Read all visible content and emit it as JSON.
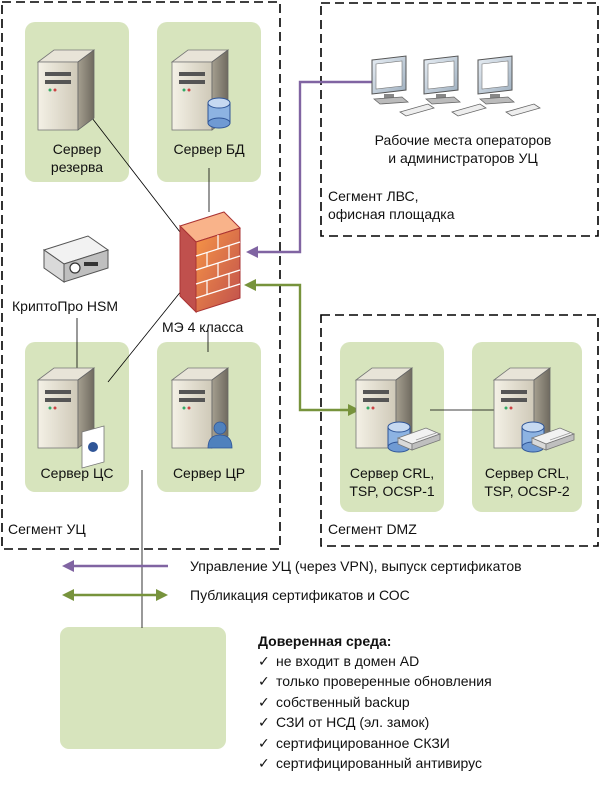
{
  "servers": {
    "reserve": "Сервер\nрезерва",
    "db": "Сервер БД",
    "ca": "Сервер ЦС",
    "ra": "Сервер ЦР",
    "crl1": "Сервер CRL,\nTSP, OCSP-1",
    "crl2": "Сервер CRL,\nTSP, OCSP-2"
  },
  "hsm_label": "КриптоПро HSM",
  "firewall_label": "МЭ 4 класса",
  "workstations_label": "Рабочие места операторов\nи администраторов УЦ",
  "segments": {
    "uc": "Сегмент УЦ",
    "lan": "Сегмент ЛВС,\nофисная площадка",
    "dmz": "Сегмент DMZ"
  },
  "legend": {
    "management": "Управление УЦ (через VPN), выпуск сертификатов",
    "publication": "Публикация сертификатов и СОС"
  },
  "trusted": {
    "title": "Доверенная среда:",
    "items": [
      "не входит в домен AD",
      "только проверенные обновления",
      "собственный backup",
      "СЗИ от НСД (эл. замок)",
      "сертифицированное СКЗИ",
      "сертифицированный антивирус"
    ]
  },
  "colors": {
    "management_arrow": "#8064a2",
    "publication_arrow": "#77933c",
    "server_bg": "#d7e4bd",
    "firewall": "#e46c0a"
  }
}
